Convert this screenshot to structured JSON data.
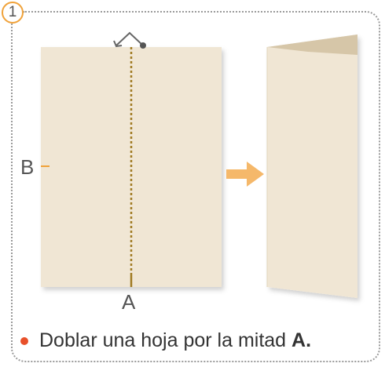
{
  "step": {
    "number": "1"
  },
  "labels": {
    "fold_line": "A",
    "edge_mark": "B"
  },
  "caption": {
    "text": "Doblar una hoja por la mitad ",
    "emphasis": "A."
  },
  "colors": {
    "paper": "#f0e6d4",
    "paper_shadow": "#cfc3ad",
    "fold_line": "#a07a22",
    "arrow": "#f5b86a",
    "badge_ring": "#f0a23a",
    "bullet": "#e8502a"
  },
  "icons": {
    "fold_arrow": "curved-fold-arrow-icon",
    "next_step": "right-arrow-icon"
  }
}
